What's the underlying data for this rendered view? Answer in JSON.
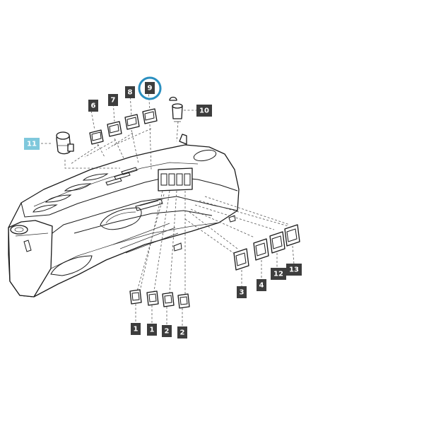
{
  "callouts": [
    {
      "id": "c1a",
      "label": "1"
    },
    {
      "id": "c1b",
      "label": "1"
    },
    {
      "id": "c2a",
      "label": "2"
    },
    {
      "id": "c2b",
      "label": "2"
    },
    {
      "id": "c3",
      "label": "3"
    },
    {
      "id": "c4",
      "label": "4"
    },
    {
      "id": "c6",
      "label": "6"
    },
    {
      "id": "c7",
      "label": "7"
    },
    {
      "id": "c8",
      "label": "8"
    },
    {
      "id": "c9",
      "label": "9"
    },
    {
      "id": "c10",
      "label": "10"
    },
    {
      "id": "c11",
      "label": "11"
    },
    {
      "id": "c12",
      "label": "12"
    },
    {
      "id": "c13",
      "label": "13"
    }
  ],
  "colors": {
    "tag": "#3d3d3d",
    "tag_highlight": "#7fc8dc",
    "ring": "#2a8fc0",
    "line": "#1a1a1a"
  },
  "highlighted": {
    "label": "9",
    "style": "blue-ring"
  },
  "selected": {
    "label": "11",
    "style": "blue-fill"
  }
}
